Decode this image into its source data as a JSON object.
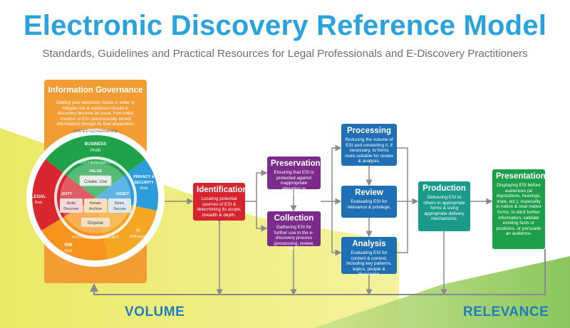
{
  "title": "Electronic Discovery Reference Model",
  "subtitle": "Standards, Guidelines and Practical Resources for Legal Professionals and E-Discovery Practitioners",
  "info_governance": {
    "title": "Information  Governance",
    "description": "Getting your electronic house in order to mitigate risk & expenses should e-discovery become an issue, from initial creation of ESI (electronically stored information) through its final disposition.",
    "ring_top": "UNIFIED GOVERNANCE",
    "ring_inner_top": "POLICY INTEGRATION",
    "ring_bottom": "PROCESS TRANSPARENCY",
    "segments": {
      "business_title": "BUSINESS",
      "business_sub": "Profit",
      "privacy_title": "PRIVACY &",
      "privacy_title2": "SECURITY",
      "privacy_sub": "Risk",
      "it_title": "IT",
      "it_sub": "Efficiency",
      "rim_title": "RIM",
      "rim_sub": "Risk",
      "legal_title": "LEGAL",
      "legal_sub": "Risk"
    },
    "inner": {
      "value": "VALUE",
      "duty": "DUTY",
      "asset": "ASSET",
      "create_use": "Create, Use",
      "hold_discover_1": "Hold,",
      "hold_discover_2": "Discover",
      "retain_archive_1": "Retain",
      "retain_archive_2": "Archive",
      "store_secure_1": "Store,",
      "store_secure_2": "Secure",
      "dispose": "Dispose"
    }
  },
  "stages": {
    "identification": {
      "title": "Identification",
      "desc": "Locating potential sources of ESI & determining its scope, breadth & depth."
    },
    "preservation": {
      "title": "Preservation",
      "desc": "Ensuring that ESI is protected against inappropriate alteration or destruction."
    },
    "collection": {
      "title": "Collection",
      "desc": "Gathering ESI for further use in the e-discovery process (processing, review, etc.)."
    },
    "processing": {
      "title": "Processing",
      "desc": "Reducing the volume of ESI and converting it, if necessary, to forms more suitable for review & analysis."
    },
    "review": {
      "title": "Review",
      "desc": "Evaluating ESI for relevance & privilege."
    },
    "analysis": {
      "title": "Analysis",
      "desc": "Evaluating ESI for content & context, including key patterns, topics, people & discussion."
    },
    "production": {
      "title": "Production",
      "desc": "Delivering ESI to others in appropriate forms & using appropriate delivery mechanisms."
    },
    "presentation": {
      "title": "Presentation",
      "desc": "Displaying ESI before audiences (at depositions, hearings, trials, etc.), especially in native & near-native forms, to elicit further information, validate existing facts or positions, or persuade an audience."
    }
  },
  "volume_label": "VOLUME",
  "relevance_label": "RELEVANCE",
  "colors": {
    "title_blue": "#2aa3dc",
    "orange": "#f39c34",
    "identification_red": "#d6242f",
    "purple": "#7b2c8b",
    "blue": "#1f6fb5",
    "teal": "#1a9a8a",
    "green": "#1e9f4a",
    "business_green": "#1fa34a",
    "privacy_blue": "#2d9cdb",
    "legal_red": "#d9262f",
    "yellow": "#e9e54a"
  }
}
